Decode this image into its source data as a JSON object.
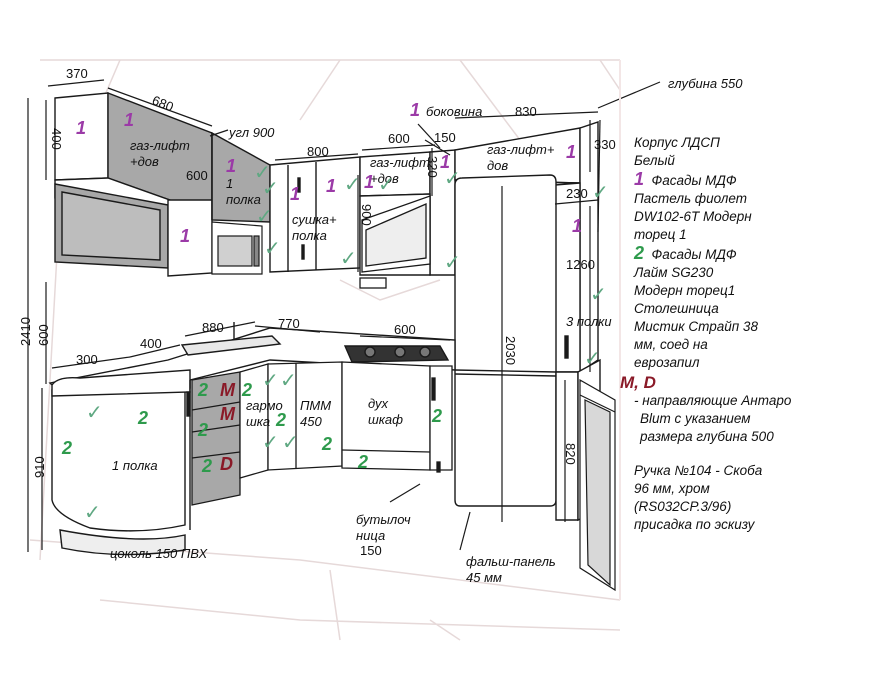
{
  "dimensions": {
    "d370": "370",
    "d680": "680",
    "d400_top": "400",
    "d600_left": "600",
    "d2410": "2410",
    "d910": "910",
    "d300": "300",
    "d400_base": "400",
    "d880": "880",
    "d770": "770",
    "d600_hob": "600",
    "d800": "800",
    "d600_mid": "600",
    "d150_top": "150",
    "d830": "830",
    "d330": "330",
    "d230": "230",
    "d1260": "1260",
    "d2030": "2030",
    "d820": "820",
    "d900": "900",
    "d600_upper": "600",
    "d320": "320",
    "d150_bottle": "150"
  },
  "labels": {
    "depth": "глубина 550",
    "side_panel": "боковина",
    "corner": "угл 900",
    "gaslift_left": "газ-лифт\n+дов",
    "gaslift_mid": "газ-лифт\n+дов",
    "gaslift_right": "газ-лифт+\nдов",
    "one_shelf_upper": "1\nполка",
    "dryer": "сушка+\nполка",
    "three_shelves": "3 полки",
    "one_shelf_base": "1 полка",
    "harmonica": "гармо\nшка",
    "dishwasher": "ПММ\n450",
    "oven": "дух\nшкаф",
    "bottle": "бутылоч\nница",
    "plinth": "цоколь 150 ПВХ",
    "false_panel": "фальш-панель\n45 мм"
  },
  "marks": {
    "one": "1",
    "two": "2",
    "m": "M",
    "d": "D",
    "check": "✓"
  },
  "legend": {
    "body_line1": "Корпус ЛДСП",
    "body_line2": "Белый",
    "f1_num": "1",
    "f1_line1": "Фасады МДФ",
    "f1_line2": "Пастель фиолет",
    "f1_line3": "DW102-6T Модерн",
    "f1_line4": "торец 1",
    "f2_num": "2",
    "f2_line1": "Фасады МДФ",
    "f2_line2": "Лайм SG230",
    "f2_line3": "Модерн торец1",
    "counter_line1": "Столешница",
    "counter_line2": "Мистик Страйп 38",
    "counter_line3": "мм, соед на",
    "counter_line4": "еврозапил",
    "md_title": "M, D",
    "md_line1": "- направляющие Антаро",
    "md_line2": "Blum с указанием",
    "md_line3": "размера глубина 500",
    "handle_line1": "Ручка №104 - Скоба",
    "handle_line2": "96 мм, хром",
    "handle_line3": "(RS032CP.3/96)",
    "handle_line4": "присадка по эскизу"
  },
  "colors": {
    "facade1": "#9b3aa7",
    "facade2": "#2e9a4c",
    "md": "#8a1a28",
    "check": "#5fa882",
    "gray_facade": "#a8a8a8",
    "line": "#1a1a1a"
  }
}
